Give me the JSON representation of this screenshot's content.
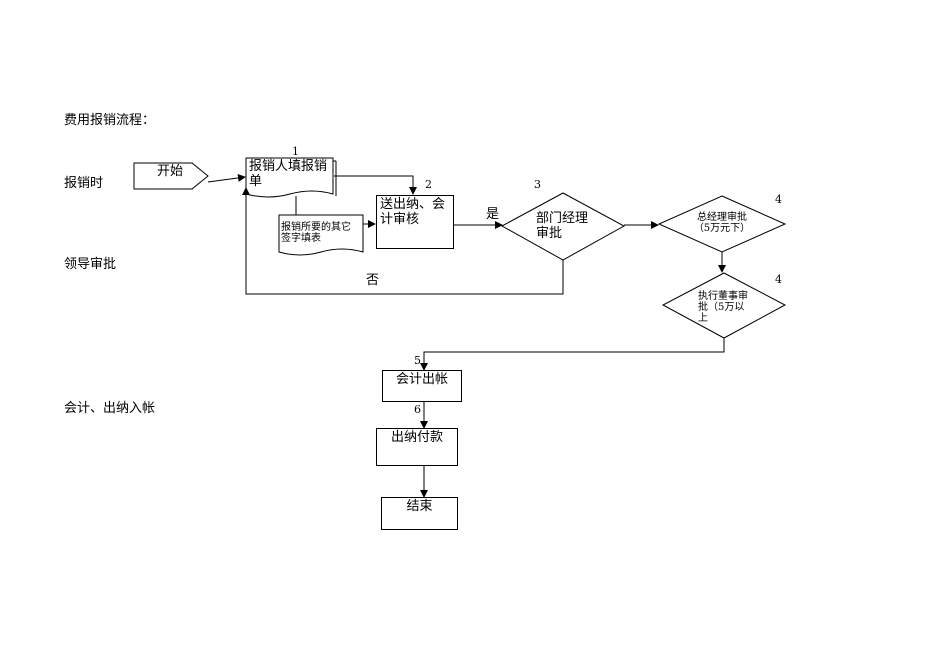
{
  "title": "费用报销流程：",
  "lanes": {
    "submit": "报销时",
    "approve": "领导审批",
    "pay": "会计、出纳入帐"
  },
  "nodes": {
    "start": "开始",
    "fill_form": "报销人填报销\n单",
    "attach_doc": "报销所要的其它\n签字填表",
    "cashier_review": "送出纳、会\n计审核",
    "dept_manager": "部门经理\n审批",
    "gm_approval": "总经理审批\n（5万元下）",
    "director_approval": "执行董事审\n批（5万以\n上",
    "accounting_entry": "会计出帐",
    "cashier_pay": "出纳付款",
    "end": "结束"
  },
  "steps": {
    "s1": "1",
    "s2": "2",
    "s3": "3",
    "s4a": "4",
    "s4b": "4",
    "s5": "5",
    "s6": "6"
  },
  "edge_labels": {
    "yes": "是",
    "no": "否"
  }
}
